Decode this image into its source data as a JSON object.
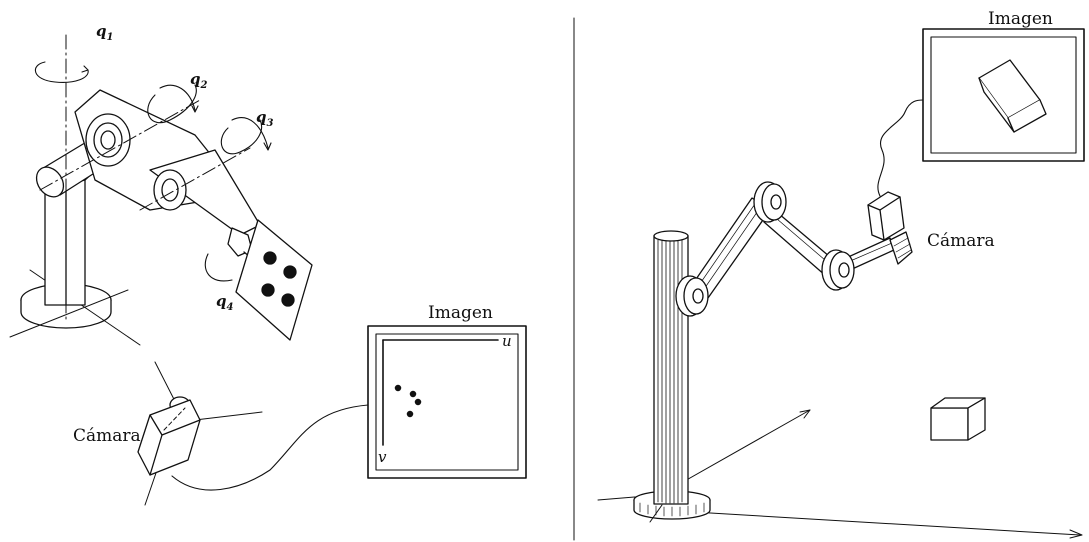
{
  "left_diagram": {
    "joint_labels": [
      {
        "base": "q",
        "sub": "1"
      },
      {
        "base": "q",
        "sub": "2"
      },
      {
        "base": "q",
        "sub": "3"
      },
      {
        "base": "q",
        "sub": "4"
      }
    ],
    "camera_label": "Cámara",
    "image_label": "Imagen",
    "image_axis_u": "u",
    "image_axis_v": "v"
  },
  "right_diagram": {
    "camera_label": "Cámara",
    "image_label": "Imagen"
  },
  "colors": {
    "ink": "#111111",
    "background": "#ffffff"
  }
}
